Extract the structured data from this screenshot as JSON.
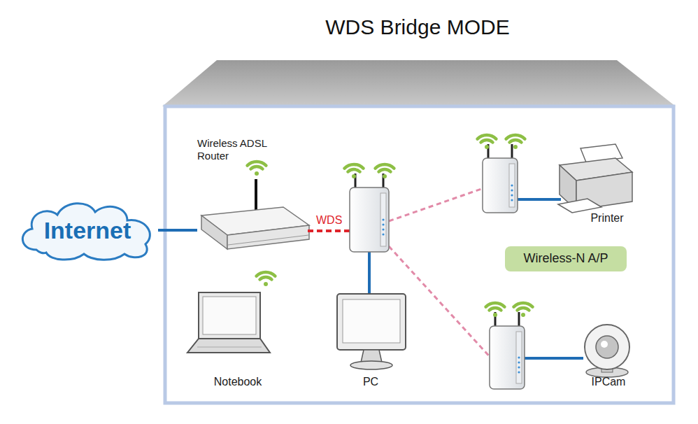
{
  "diagram": {
    "title": "WDS Bridge MODE",
    "nodes": [
      {
        "text": [
          "Internet"
        ]
      },
      {
        "text": [
          "Wireless ADSL Router"
        ]
      },
      {
        "text": [
          "Notebook"
        ]
      },
      {
        "text": [
          "PC"
        ]
      },
      {
        "text": [
          "Printer"
        ]
      },
      {
        "text": [
          "IPCam"
        ]
      },
      {
        "text": [
          "Wireless-N A/P"
        ]
      }
    ],
    "edges": [
      {
        "from": 0,
        "to": 1,
        "arrow": "none"
      }
    ],
    "labels": [
      "WDS"
    ]
  }
}
